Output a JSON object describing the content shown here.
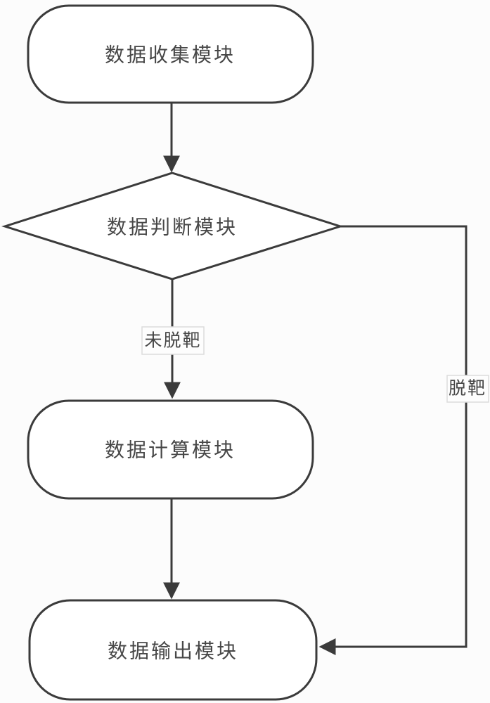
{
  "diagram": {
    "background_color": "#fcfcfc",
    "line_color": "#3b3b3b",
    "text_color": "#474747",
    "nodes": [
      {
        "id": "data-collection",
        "shape": "rounded-rectangle",
        "label": "数据收集模块"
      },
      {
        "id": "data-judgment",
        "shape": "diamond",
        "label": "数据判断模块"
      },
      {
        "id": "data-calculation",
        "shape": "rounded-rectangle",
        "label": "数据计算模块"
      },
      {
        "id": "data-output",
        "shape": "rounded-rectangle",
        "label": "数据输出模块"
      }
    ],
    "edges": [
      {
        "from": "data-collection",
        "to": "data-judgment",
        "label": ""
      },
      {
        "from": "data-judgment",
        "to": "data-calculation",
        "label": "未脱靶"
      },
      {
        "from": "data-calculation",
        "to": "data-output",
        "label": ""
      },
      {
        "from": "data-judgment",
        "to": "data-output",
        "label": "脱靶"
      }
    ]
  }
}
